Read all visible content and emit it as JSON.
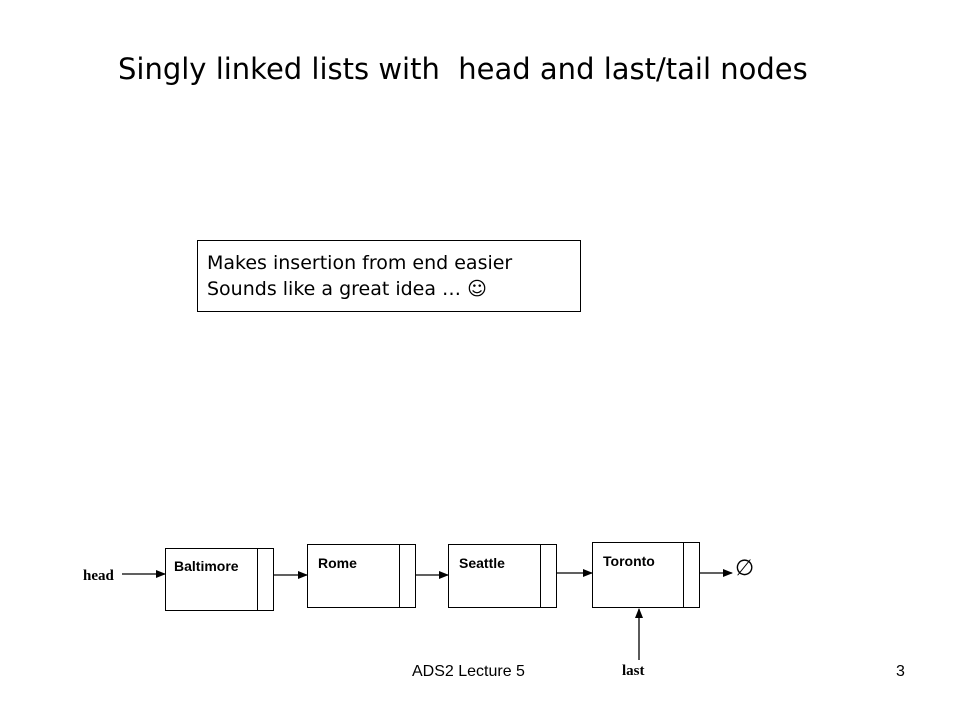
{
  "slide": {
    "title": "Singly linked lists with  head and last/tail nodes",
    "callout": {
      "line1": "Makes insertion from end easier",
      "line2": "Sounds like a great idea … ☺"
    },
    "diagram": {
      "head_label": "head",
      "last_label": "last",
      "nodes": [
        "Baltimore",
        "Rome",
        "Seattle",
        "Toronto"
      ],
      "null_symbol": "∅"
    },
    "footer": {
      "lecture": "ADS2 Lecture 5",
      "page_number": "3"
    }
  }
}
